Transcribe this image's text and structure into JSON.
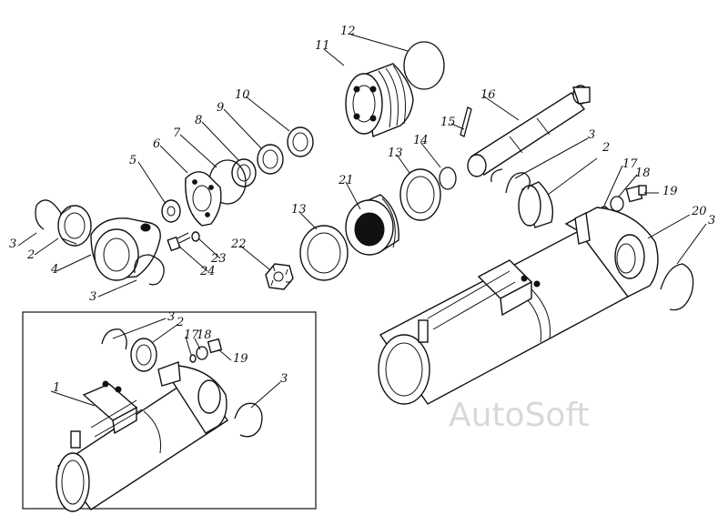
{
  "watermark": "AutoSoft",
  "callouts": [
    {
      "id": "c1",
      "text": "1"
    },
    {
      "id": "c2a",
      "text": "2"
    },
    {
      "id": "c2b",
      "text": "2"
    },
    {
      "id": "c2c",
      "text": "2"
    },
    {
      "id": "c3a",
      "text": "3"
    },
    {
      "id": "c3b",
      "text": "3"
    },
    {
      "id": "c3c",
      "text": "3"
    },
    {
      "id": "c3d",
      "text": "3"
    },
    {
      "id": "c3e",
      "text": "3"
    },
    {
      "id": "c3f",
      "text": "3"
    },
    {
      "id": "c4",
      "text": "4"
    },
    {
      "id": "c5",
      "text": "5"
    },
    {
      "id": "c6",
      "text": "6"
    },
    {
      "id": "c7",
      "text": "7"
    },
    {
      "id": "c8",
      "text": "8"
    },
    {
      "id": "c9",
      "text": "9"
    },
    {
      "id": "c10",
      "text": "10"
    },
    {
      "id": "c11",
      "text": "11"
    },
    {
      "id": "c12",
      "text": "12"
    },
    {
      "id": "c13a",
      "text": "13"
    },
    {
      "id": "c13b",
      "text": "13"
    },
    {
      "id": "c14",
      "text": "14"
    },
    {
      "id": "c15",
      "text": "15"
    },
    {
      "id": "c16",
      "text": "16"
    },
    {
      "id": "c17a",
      "text": "17"
    },
    {
      "id": "c17b",
      "text": "17"
    },
    {
      "id": "c18a",
      "text": "18"
    },
    {
      "id": "c18b",
      "text": "18"
    },
    {
      "id": "c19a",
      "text": "19"
    },
    {
      "id": "c19b",
      "text": "19"
    },
    {
      "id": "c20",
      "text": "20"
    },
    {
      "id": "c21",
      "text": "21"
    },
    {
      "id": "c22",
      "text": "22"
    },
    {
      "id": "c23",
      "text": "23"
    },
    {
      "id": "c24",
      "text": "24"
    }
  ]
}
